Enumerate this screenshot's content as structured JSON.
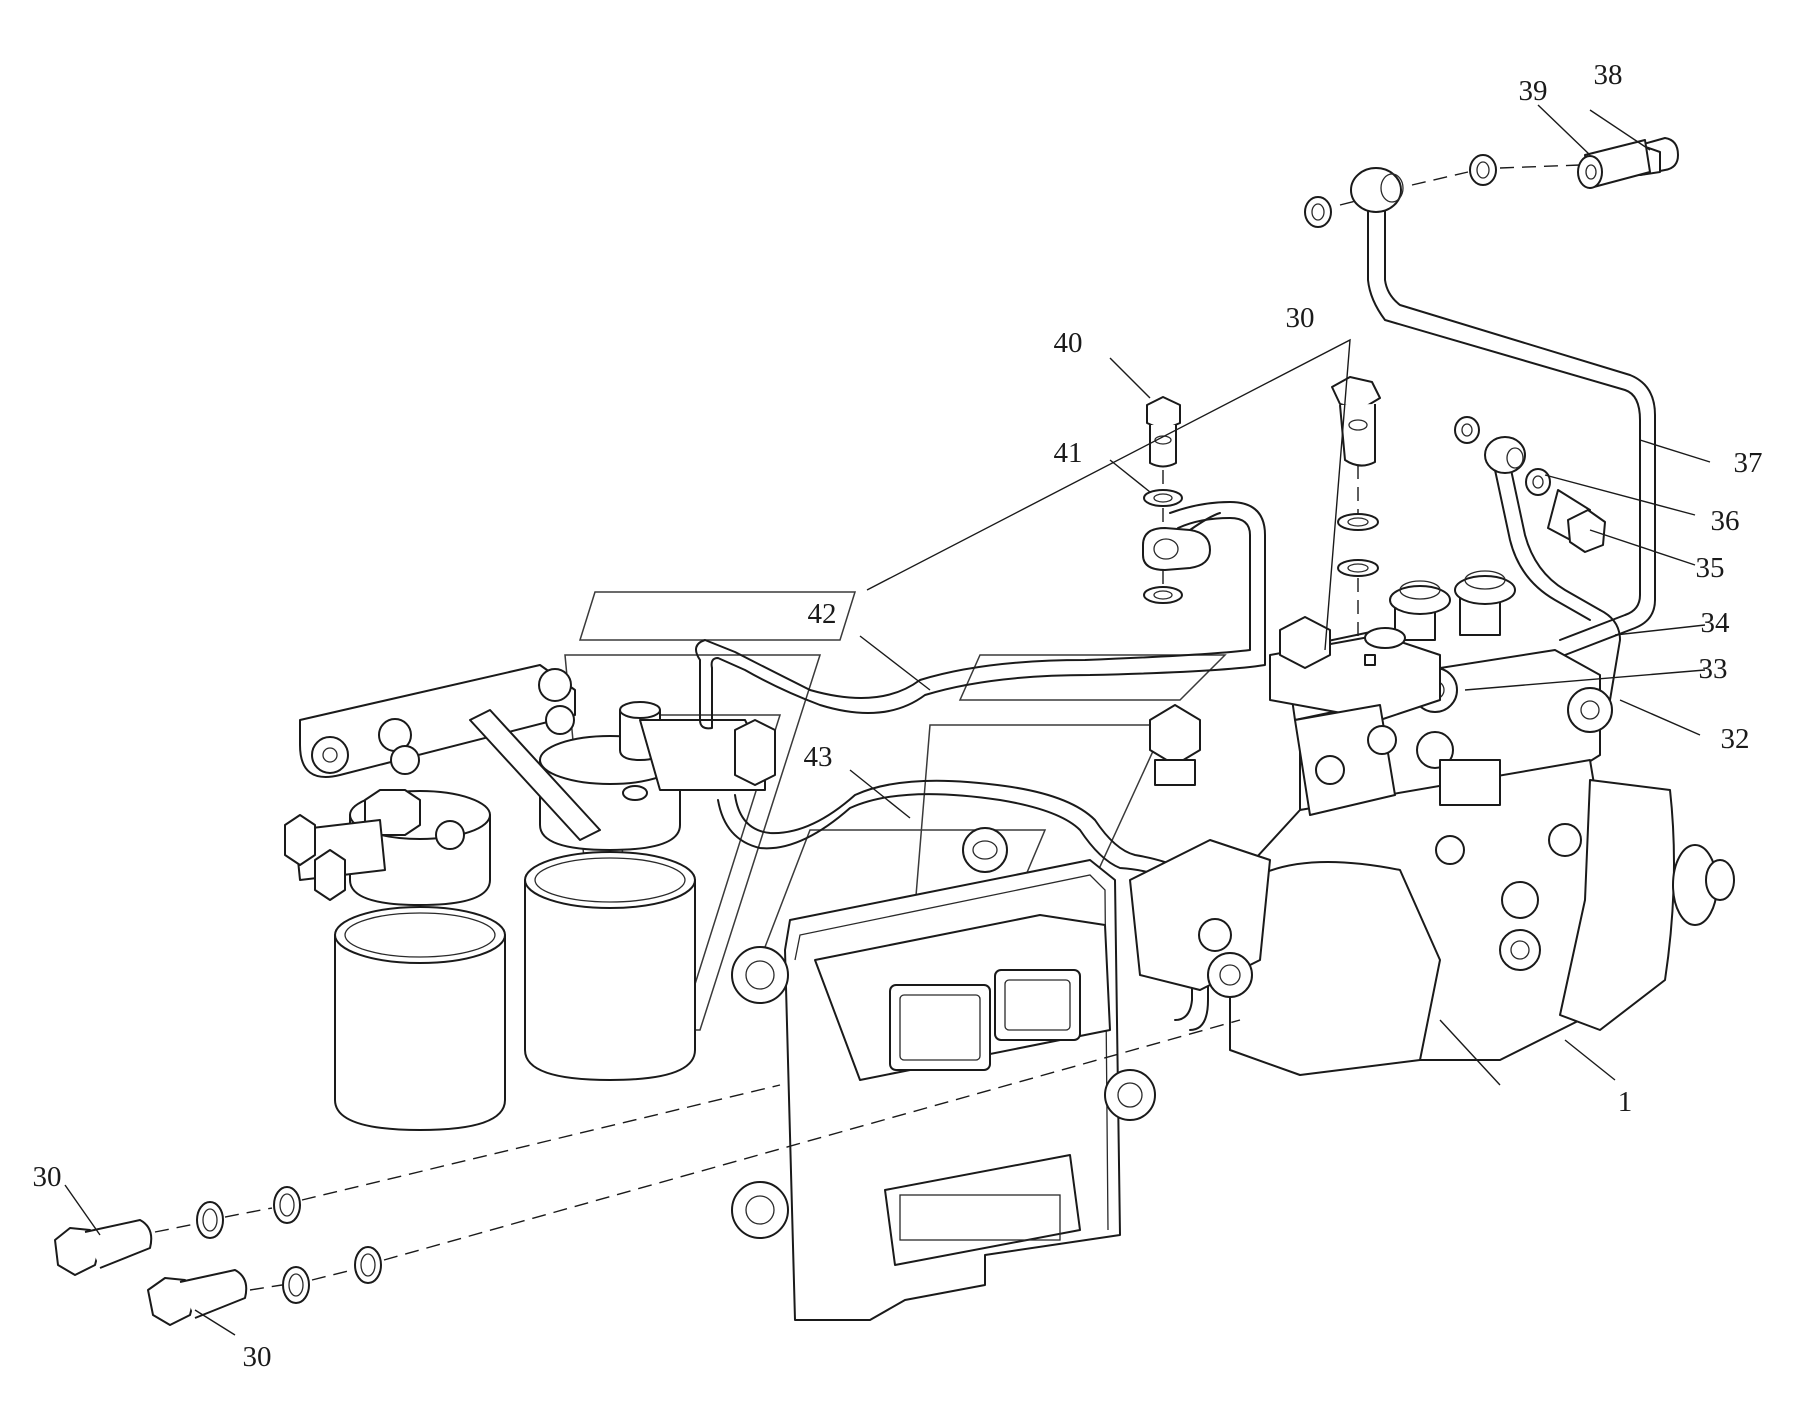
{
  "callouts": [
    {
      "id": "39",
      "label": "39"
    },
    {
      "id": "38",
      "label": "38"
    },
    {
      "id": "40",
      "label": "40"
    },
    {
      "id": "30-top",
      "label": "30"
    },
    {
      "id": "41",
      "label": "41"
    },
    {
      "id": "37",
      "label": "37"
    },
    {
      "id": "36",
      "label": "36"
    },
    {
      "id": "35",
      "label": "35"
    },
    {
      "id": "42",
      "label": "42"
    },
    {
      "id": "34",
      "label": "34"
    },
    {
      "id": "33",
      "label": "33"
    },
    {
      "id": "32",
      "label": "32"
    },
    {
      "id": "43",
      "label": "43"
    },
    {
      "id": "1",
      "label": "1"
    },
    {
      "id": "30-left",
      "label": "30"
    },
    {
      "id": "30-bottom",
      "label": "30"
    }
  ]
}
